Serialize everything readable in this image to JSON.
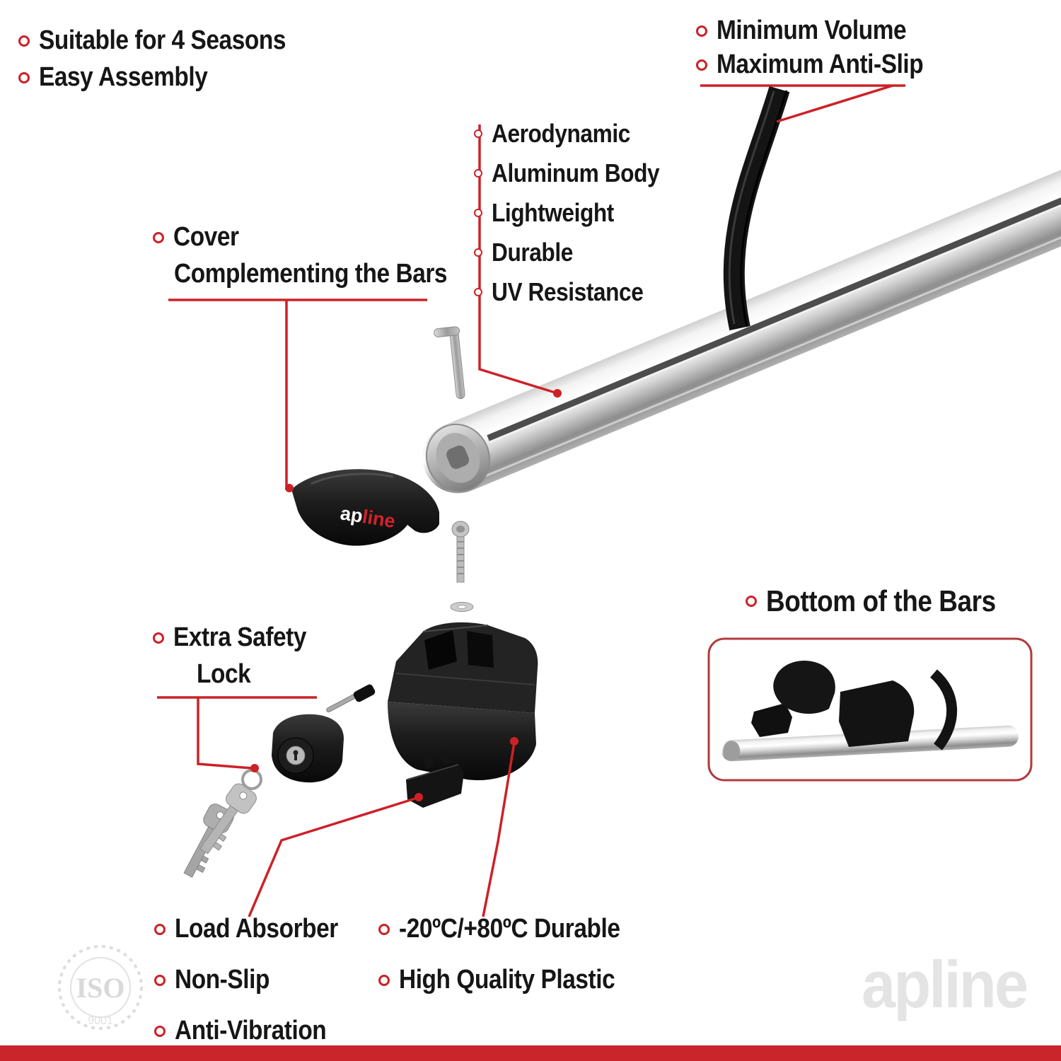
{
  "colors": {
    "accent": "#cc2127",
    "footer_bar": "#c9252b",
    "metal": "#c9c9c9",
    "plastic": "#151515"
  },
  "annotations": {
    "top_left": {
      "items": [
        {
          "label": "Suitable for 4 Seasons"
        },
        {
          "label": "Easy Assembly"
        }
      ]
    },
    "top_right": {
      "items": [
        {
          "label": "Minimum Volume"
        },
        {
          "label": "Maximum Anti-Slip"
        }
      ]
    },
    "bar_features": {
      "items": [
        {
          "label": "Aerodynamic"
        },
        {
          "label": "Aluminum Body"
        },
        {
          "label": "Lightweight"
        },
        {
          "label": "Durable"
        },
        {
          "label": "UV Resistance"
        }
      ]
    },
    "cover": {
      "line1": "Cover",
      "line2": "Complementing the Bars"
    },
    "safety_lock": {
      "line1": "Extra Safety",
      "line2": "Lock"
    },
    "bottom_of_bars": {
      "label": "Bottom of the Bars"
    },
    "bottom_left": {
      "items": [
        {
          "label": "Load Absorber"
        },
        {
          "label": "Non-Slip"
        },
        {
          "label": "Anti-Vibration"
        }
      ]
    },
    "bottom_right": {
      "items": [
        {
          "label": "-20ºC/+80ºC Durable"
        },
        {
          "label": "High Quality Plastic"
        }
      ]
    }
  },
  "branding": {
    "logo_ap": "ap",
    "logo_line": "line",
    "watermark": "apline",
    "iso_title": "ISO",
    "iso_subtitle": "9001"
  }
}
